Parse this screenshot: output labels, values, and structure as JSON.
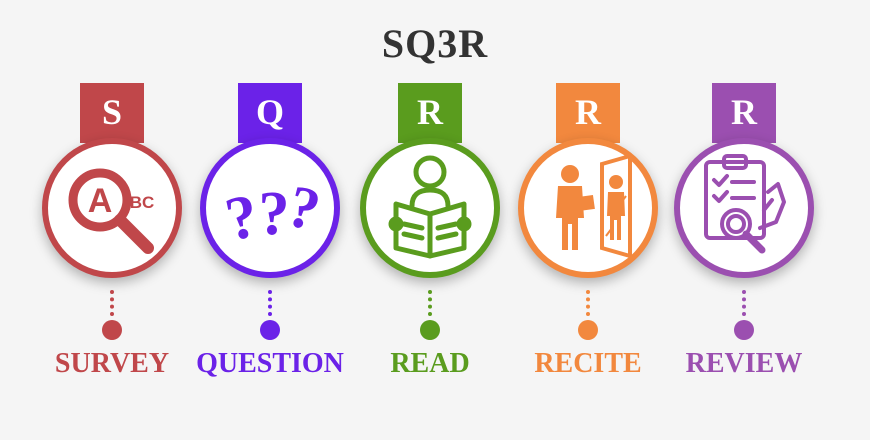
{
  "title": "SQ3R",
  "steps": [
    {
      "letter": "S",
      "label": "SURVEY",
      "color": "#c0474a",
      "icon": "magnifier-abc-icon"
    },
    {
      "letter": "Q",
      "label": "QUESTION",
      "color": "#6b22e8",
      "icon": "question-marks-icon"
    },
    {
      "letter": "R",
      "label": "READ",
      "color": "#5a9c1e",
      "icon": "person-reading-icon"
    },
    {
      "letter": "R",
      "label": "RECITE",
      "color": "#f2883e",
      "icon": "person-mirror-icon"
    },
    {
      "letter": "R",
      "label": "REVIEW",
      "color": "#9b4fb0",
      "icon": "clipboard-review-icon"
    }
  ],
  "icon_text": {
    "magnifier_a": "A",
    "magnifier_bc": "BC"
  }
}
